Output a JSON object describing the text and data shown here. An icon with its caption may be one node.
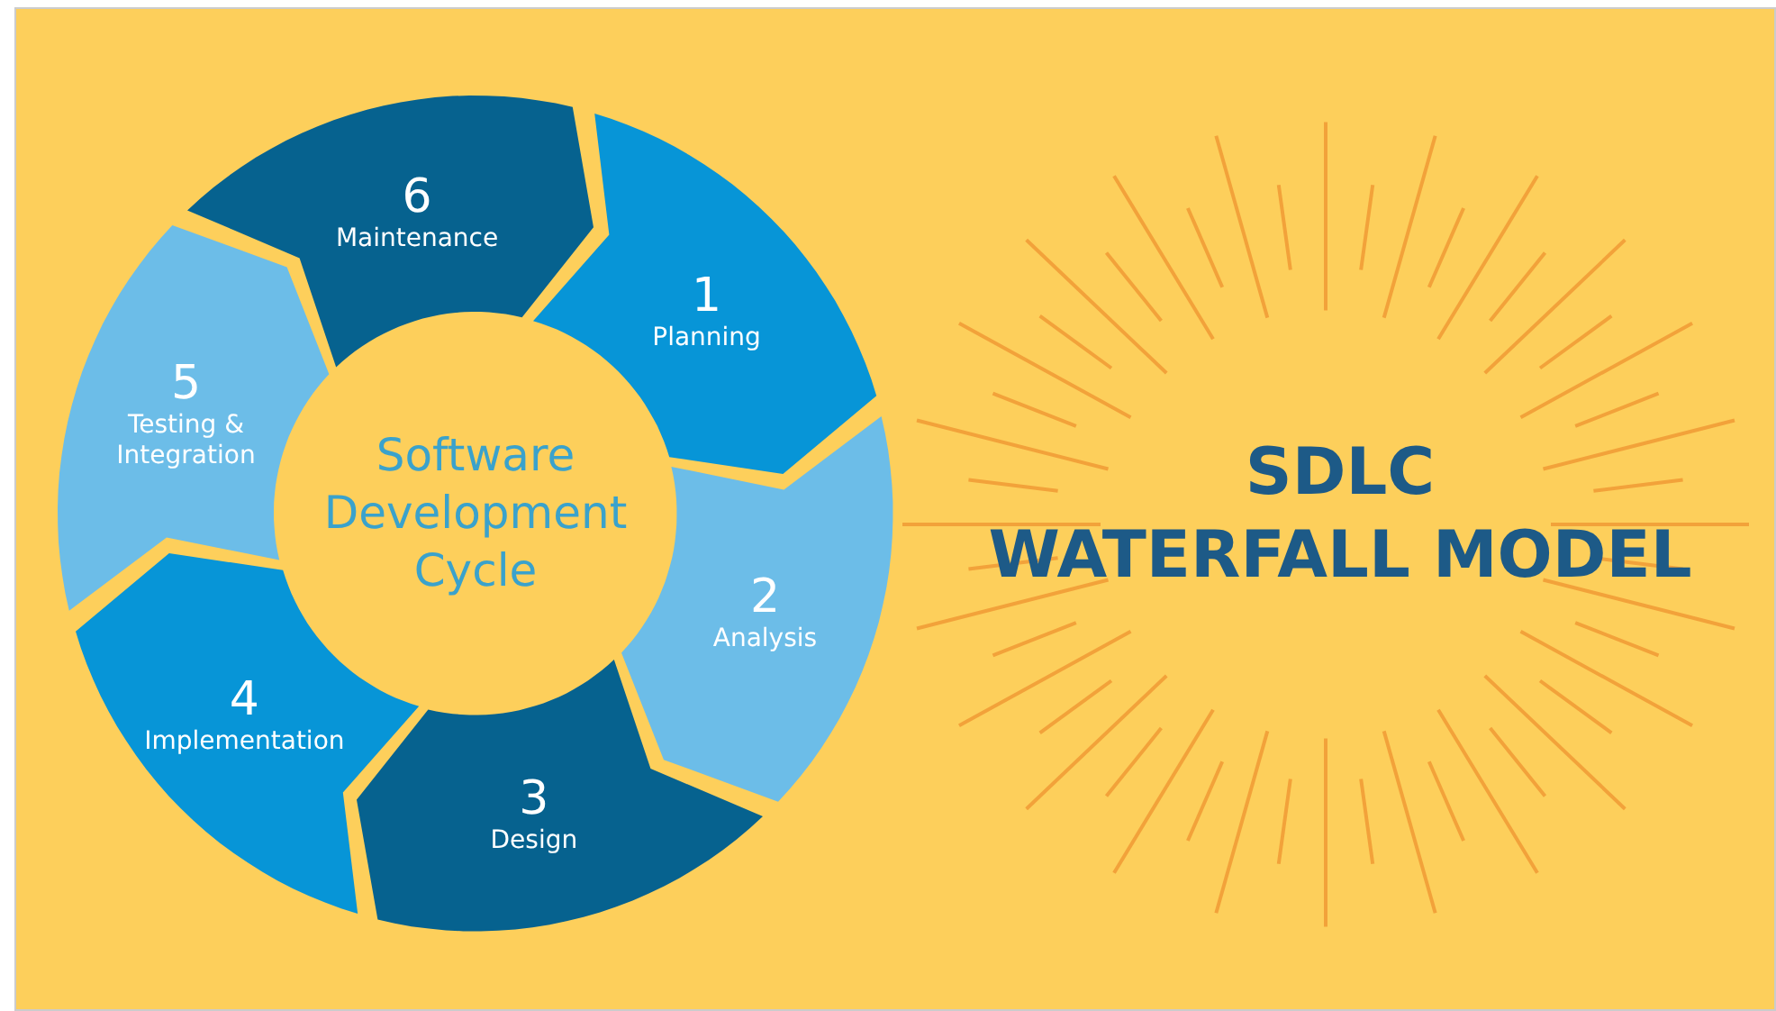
{
  "diagram": {
    "title": "SDLC WATERFALL MODEL",
    "nodes": [
      {
        "text": [
          "Software Development Cycle"
        ]
      },
      {
        "text": [
          "1",
          "Planning"
        ]
      },
      {
        "text": [
          "2",
          "Analysis"
        ]
      },
      {
        "text": [
          "3",
          "Design"
        ]
      },
      {
        "text": [
          "4",
          "Implementation"
        ]
      },
      {
        "text": [
          "5",
          "Testing & Integration"
        ]
      },
      {
        "text": [
          "6",
          "Maintenance"
        ]
      }
    ]
  }
}
